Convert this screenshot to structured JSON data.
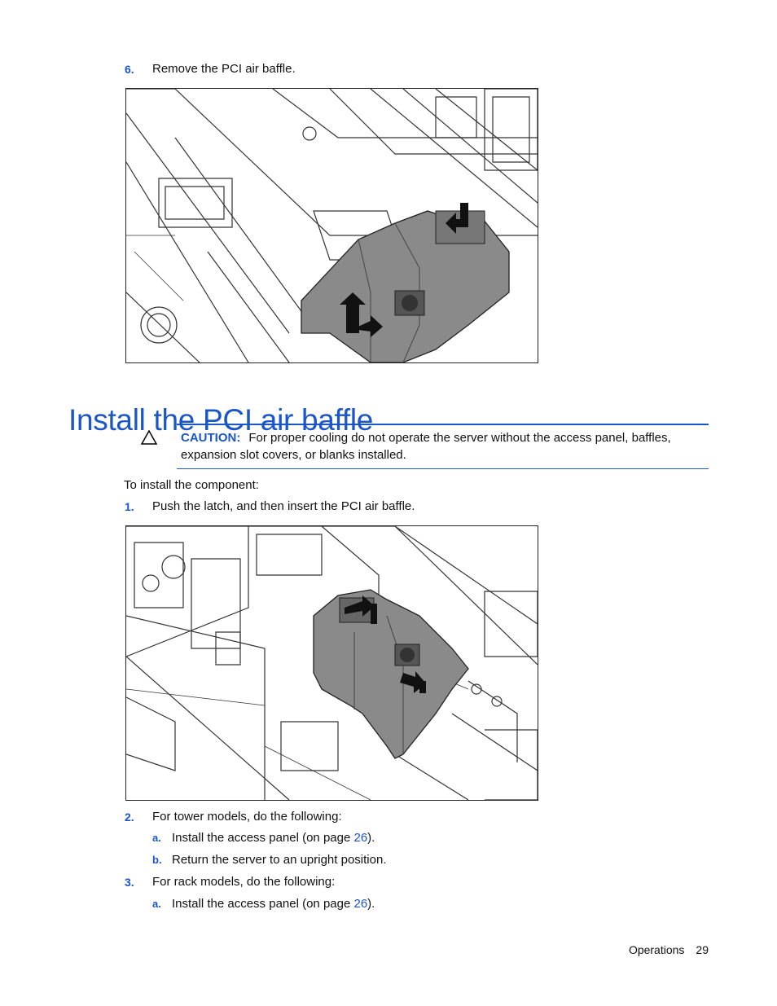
{
  "steps_top": [
    {
      "num": "6.",
      "text": "Remove the PCI air baffle."
    }
  ],
  "section": {
    "title": "Install the PCI air baffle"
  },
  "caution": {
    "label": "CAUTION:",
    "text": "For proper cooling do not operate the server without the access panel, baffles, expansion slot covers, or blanks installed."
  },
  "intro": "To install the component:",
  "steps": [
    {
      "num": "1.",
      "text": "Push the latch, and then insert the PCI air baffle."
    },
    {
      "num": "2.",
      "text": "For tower models, do the following:"
    },
    {
      "num": "3.",
      "text": "For rack models, do the following:"
    }
  ],
  "substeps_tower": [
    {
      "num": "a.",
      "pre": "Install the access panel (on page ",
      "link": "26",
      "post": ")."
    },
    {
      "num": "b.",
      "text": "Return the server to an upright position."
    }
  ],
  "substeps_rack": [
    {
      "num": "a.",
      "pre": "Install the access panel (on page ",
      "link": "26",
      "post": ")."
    }
  ],
  "footer": {
    "section": "Operations",
    "page": "29"
  },
  "colors": {
    "accent": "#1a56c8",
    "baffle": "#8a8a8a"
  }
}
